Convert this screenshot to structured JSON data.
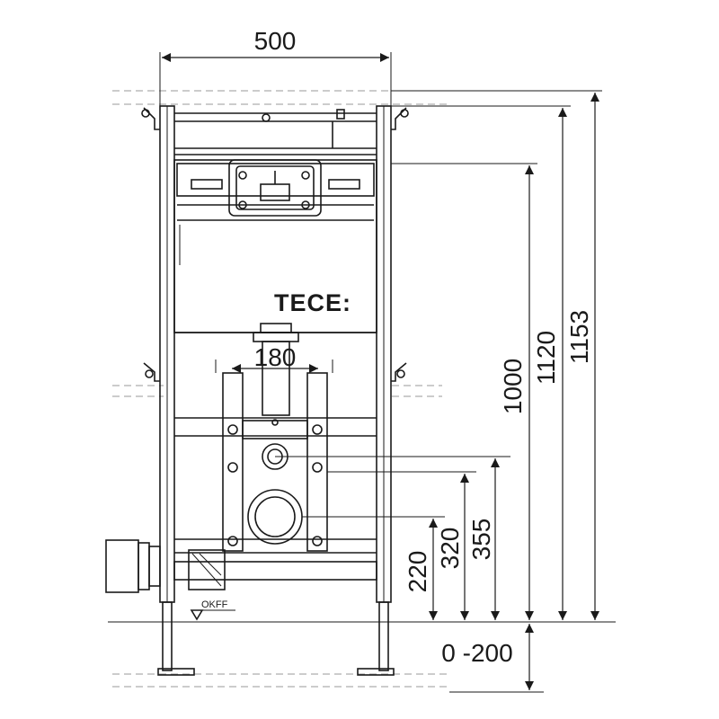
{
  "brand": "TECE:",
  "floor_reference_label": "OKFF",
  "dimensions": {
    "frame_width": "500",
    "pipe_spacing": "180",
    "height_1000": "1000",
    "height_1120": "1120",
    "height_1153": "1153",
    "height_220": "220",
    "height_320": "320",
    "height_355": "355",
    "leg_adjust": "0 -200"
  }
}
